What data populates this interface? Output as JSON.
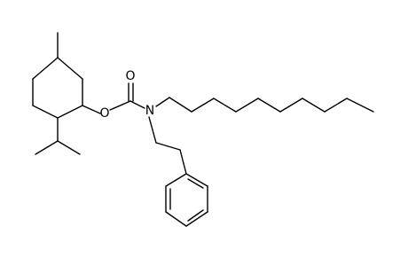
{
  "figure": {
    "kind": "skeletal-structure",
    "atom_labels": {
      "carbonyl_oxygen": "O",
      "ester_oxygen": "O",
      "nitrogen": "N"
    },
    "line_color": "#000000",
    "background": "#ffffff"
  }
}
